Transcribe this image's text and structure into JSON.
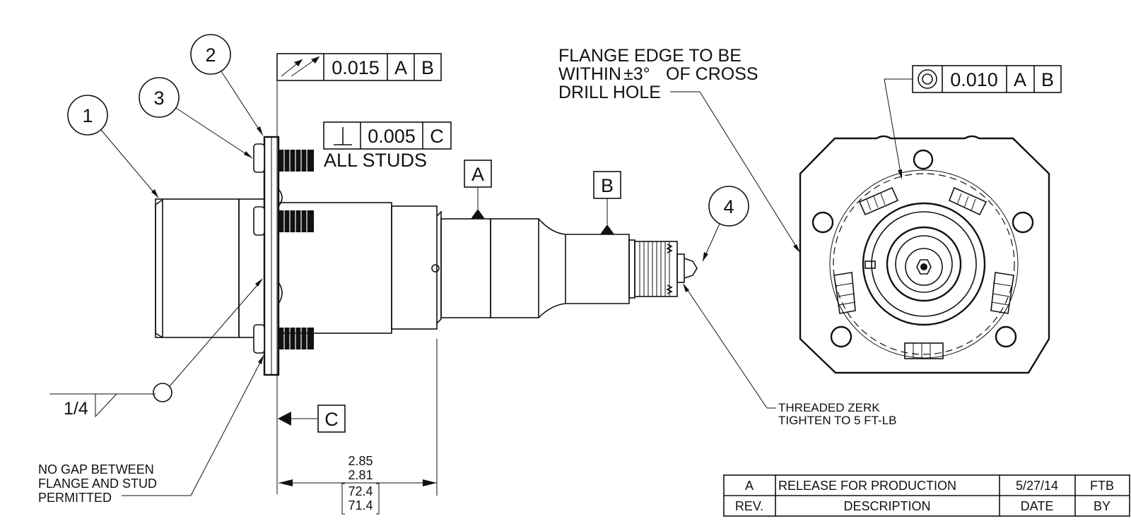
{
  "balloons": {
    "b1": "1",
    "b2": "2",
    "b3": "3",
    "b4": "4"
  },
  "gdt": {
    "runout": {
      "tolerance": "0.015",
      "datum1": "A",
      "datum2": "B"
    },
    "perpendicularity": {
      "tolerance": "0.005",
      "datum1": "C",
      "note": "ALL STUDS"
    },
    "concentricity": {
      "tolerance": "0.010",
      "datum1": "A",
      "datum2": "B"
    }
  },
  "datums": {
    "a": "A",
    "b": "B",
    "c": "C"
  },
  "notes": {
    "flange_line1": "FLANGE EDGE TO BE",
    "flange_line2_prefix": "WITHIN",
    "flange_line2_value": "±3°",
    "flange_line2_suffix": "OF CROSS",
    "flange_line3": "DRILL HOLE",
    "zerk_line1": "THREADED ZERK",
    "zerk_line2": "TIGHTEN TO 5 FT-LB",
    "gap_line1": "NO GAP BETWEEN",
    "gap_line2": "FLANGE AND STUD",
    "gap_line3": "PERMITTED",
    "weld_size": "1/4"
  },
  "dimension": {
    "upper": "2.85",
    "lower": "2.81",
    "metric_upper": "72.4",
    "metric_lower": "71.4"
  },
  "revision_block": {
    "rev": "A",
    "description": "RELEASE FOR PRODUCTION",
    "date": "5/27/14",
    "by": "FTB",
    "headers": {
      "rev": "REV.",
      "description": "DESCRIPTION",
      "date": "DATE",
      "by": "BY"
    }
  }
}
